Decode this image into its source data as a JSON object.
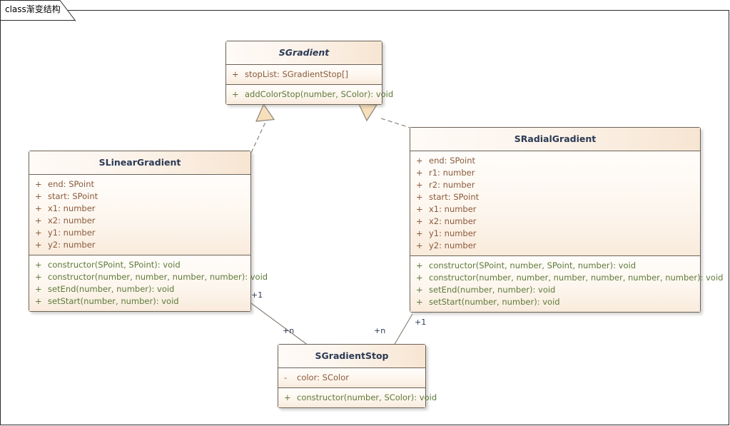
{
  "diagram": {
    "tab_keyword": "class",
    "tab_title": "渐变结构",
    "tab_label": "class渐变结构"
  },
  "colors": {
    "header_gradient_start": "#fefaf6",
    "header_gradient_end": "#f7e5d2",
    "body_gradient_start": "#fffdfb",
    "body_gradient_end": "#f9ebdc",
    "border": "#6b6257",
    "title_text": "#2b3a55",
    "attribute_text": "#8a5a3b",
    "operation_text": "#5e7a39",
    "connector": "#8b8279",
    "arrow_fill": "#f6dfba",
    "canvas_background": "#ffffff"
  },
  "classes": {
    "sgradient": {
      "name": "SGradient",
      "abstract": true,
      "attributes": [
        {
          "visibility": "+",
          "signature": "stopList: SGradientStop[]"
        }
      ],
      "operations": [
        {
          "visibility": "+",
          "signature": "addColorStop(number, SColor): void"
        }
      ]
    },
    "slineargradient": {
      "name": "SLinearGradient",
      "abstract": false,
      "attributes": [
        {
          "visibility": "+",
          "signature": "end: SPoint"
        },
        {
          "visibility": "+",
          "signature": "start: SPoint"
        },
        {
          "visibility": "+",
          "signature": "x1: number"
        },
        {
          "visibility": "+",
          "signature": "x2: number"
        },
        {
          "visibility": "+",
          "signature": "y1: number"
        },
        {
          "visibility": "+",
          "signature": "y2: number"
        }
      ],
      "operations": [
        {
          "visibility": "+",
          "signature": "constructor(SPoint, SPoint): void"
        },
        {
          "visibility": "+",
          "signature": "constructor(number, number, number, number): void"
        },
        {
          "visibility": "+",
          "signature": "setEnd(number, number): void"
        },
        {
          "visibility": "+",
          "signature": "setStart(number, number): void"
        }
      ]
    },
    "sradialgradient": {
      "name": "SRadialGradient",
      "abstract": false,
      "attributes": [
        {
          "visibility": "+",
          "signature": "end: SPoint"
        },
        {
          "visibility": "+",
          "signature": "r1: number"
        },
        {
          "visibility": "+",
          "signature": "r2: number"
        },
        {
          "visibility": "+",
          "signature": "start: SPoint"
        },
        {
          "visibility": "+",
          "signature": "x1: number"
        },
        {
          "visibility": "+",
          "signature": "x2: number"
        },
        {
          "visibility": "+",
          "signature": "y1: number"
        },
        {
          "visibility": "+",
          "signature": "y2: number"
        }
      ],
      "operations": [
        {
          "visibility": "+",
          "signature": "constructor(SPoint, number, SPoint, number): void"
        },
        {
          "visibility": "+",
          "signature": "constructor(number, number, number, number, number, number): void"
        },
        {
          "visibility": "+",
          "signature": "setEnd(number, number): void"
        },
        {
          "visibility": "+",
          "signature": "setStart(number, number): void"
        }
      ]
    },
    "sgradientstop": {
      "name": "SGradientStop",
      "abstract": false,
      "attributes": [
        {
          "visibility": "-",
          "signature": "color: SColor"
        }
      ],
      "operations": [
        {
          "visibility": "+",
          "signature": "constructor(number, SColor): void"
        }
      ]
    }
  },
  "relations": {
    "generalization_linear": {
      "type": "realization",
      "from": "SLinearGradient",
      "to": "SGradient"
    },
    "generalization_radial": {
      "type": "realization",
      "from": "SRadialGradient",
      "to": "SGradient"
    },
    "assoc_linear_stop": {
      "type": "association",
      "from": "SLinearGradient",
      "to": "SGradientStop",
      "source_mult": "+1",
      "target_mult": "+n"
    },
    "assoc_radial_stop": {
      "type": "association",
      "from": "SRadialGradient",
      "to": "SGradientStop",
      "source_mult": "+1",
      "target_mult": "+n"
    }
  },
  "multiplicities": {
    "linear_source": "+1",
    "linear_target": "+n",
    "radial_source": "+1",
    "radial_target": "+n"
  }
}
